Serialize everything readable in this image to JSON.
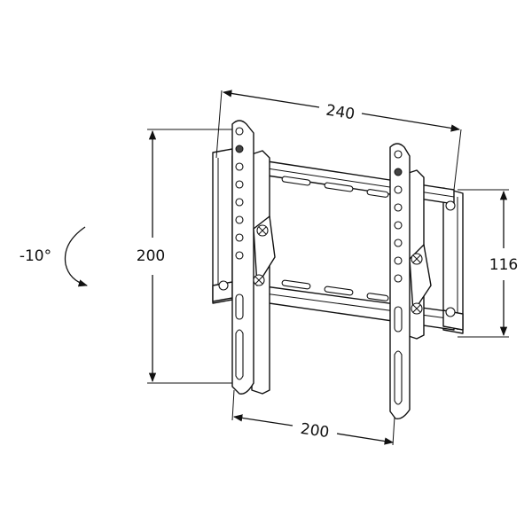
{
  "diagram": {
    "dimensions": {
      "top_width": "240",
      "bottom_width": "200",
      "left_height": "200",
      "right_depth": "116"
    },
    "tilt": {
      "label": "-10°"
    }
  }
}
